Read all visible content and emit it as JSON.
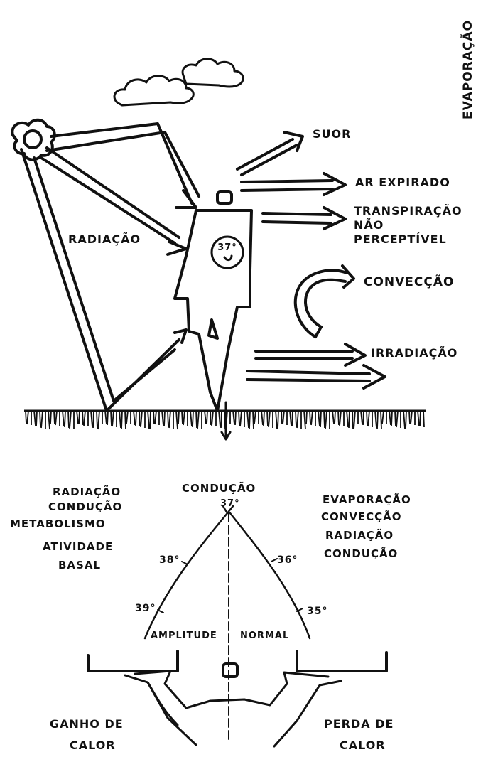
{
  "top": {
    "evaporacao_vertical": "EVAPORAÇÃO",
    "radiacao": "RADIAÇÃO",
    "suor": "SUOR",
    "ar_expirado": "AR EXPIRADO",
    "transpiracao_line1": "TRANSPIRAÇÃO",
    "transpiracao_line2": "NÃO",
    "transpiracao_line3": "PERCEPTÍVEL",
    "conveccao": "CONVECÇÃO",
    "irradiacao": "IRRADIAÇÃO",
    "body_temp": "37°"
  },
  "bottom": {
    "left_list": [
      "RADIAÇÃO",
      "CONDUÇÃO",
      "METABOLISMO",
      "ATIVIDADE",
      "BASAL"
    ],
    "center_top": "CONDUÇÃO",
    "right_list": [
      "EVAPORAÇÃO",
      "CONVECÇÃO",
      "RADIAÇÃO",
      "CONDUÇÃO"
    ],
    "t37": "37°",
    "t38": "38°",
    "t39": "39°",
    "t36": "36°",
    "t35": "35°",
    "amplitude": "AMPLITUDE",
    "normal": "NORMAL",
    "ganho_line1": "GANHO DE",
    "ganho_line2": "CALOR",
    "perda_line1": "PERDA DE",
    "perda_line2": "CALOR"
  }
}
